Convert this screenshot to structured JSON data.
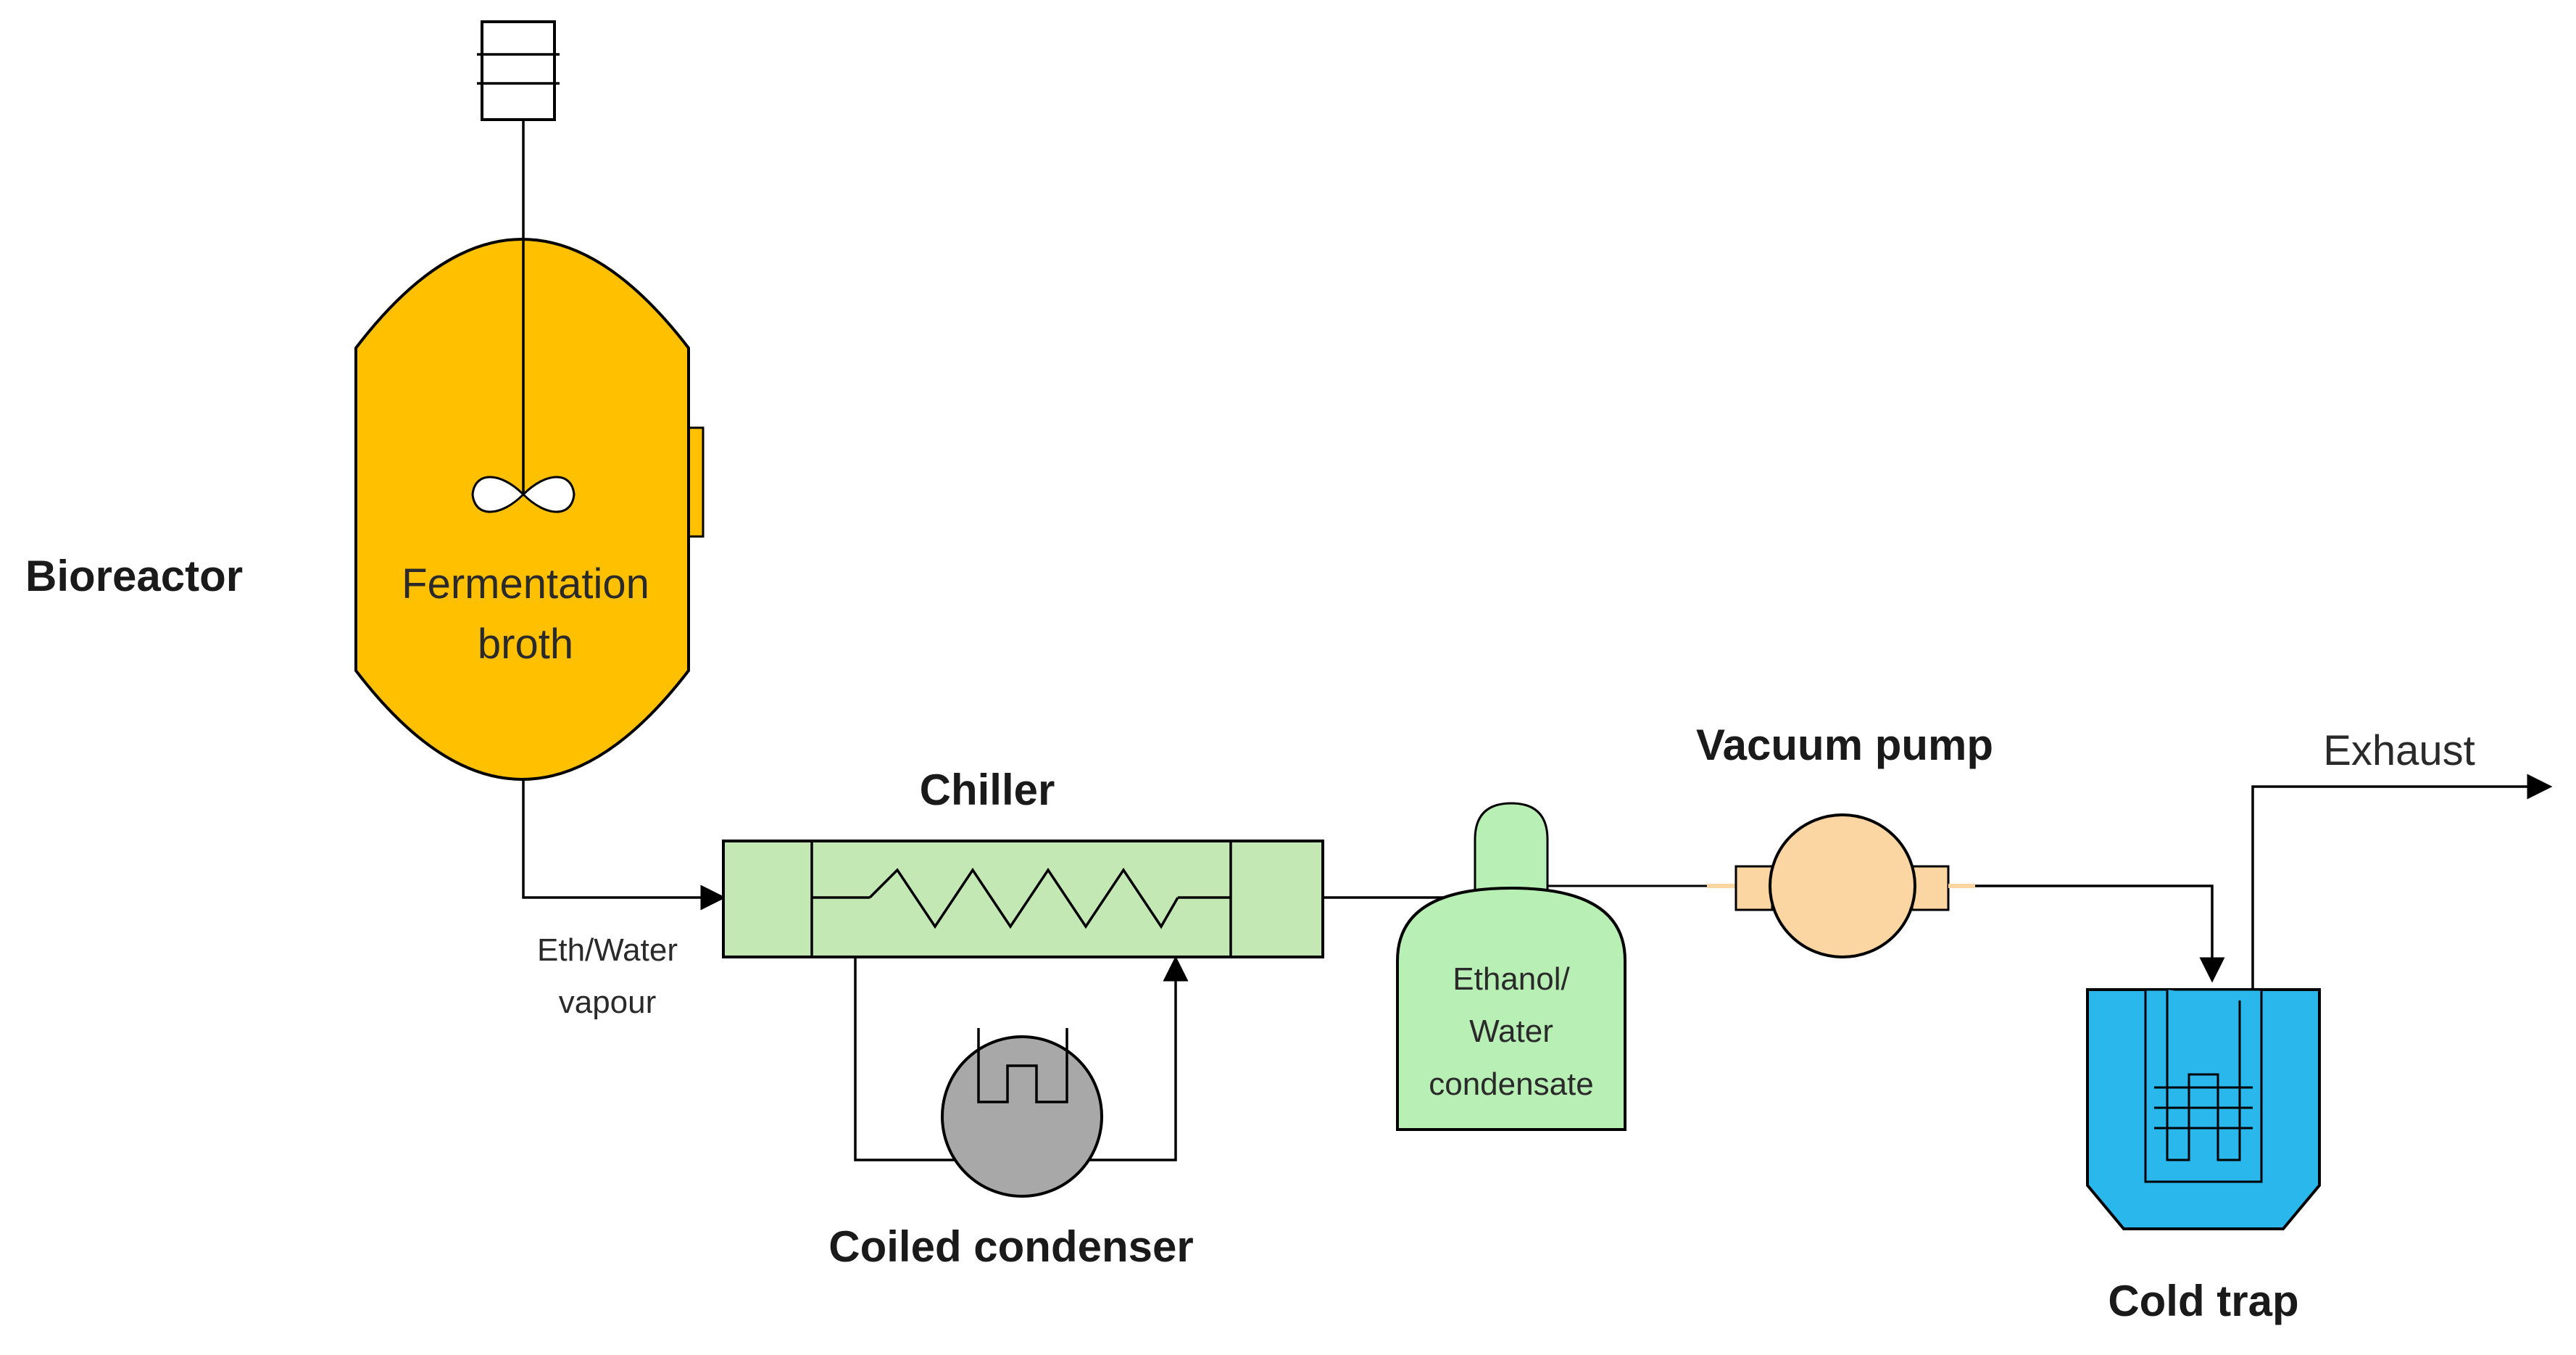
{
  "labels": {
    "bioreactor": "Bioreactor",
    "fermentation_line1": "Fermentation",
    "fermentation_line2": "broth",
    "chiller": "Chiller",
    "eth_water_line1": "Eth/Water",
    "eth_water_line2": "vapour",
    "coiled_condenser": "Coiled condenser",
    "condensate_line1": "Ethanol/",
    "condensate_line2": "Water",
    "condensate_line3": "condensate",
    "vacuum_pump": "Vacuum pump",
    "exhaust": "Exhaust",
    "cold_trap": "Cold trap"
  },
  "colors": {
    "bioreactor_fill": "#ffc000",
    "chiller_fill": "#c4e8b4",
    "condenser_fill": "#a8a8a8",
    "condensate_fill": "#b8efb4",
    "vacuum_pump_fill": "#fbd5a2",
    "cold_trap_fill": "#29b7ec"
  },
  "icons": {
    "motor": "motor-icon",
    "impeller": "impeller-icon",
    "coil": "zigzag-coil-icon"
  }
}
